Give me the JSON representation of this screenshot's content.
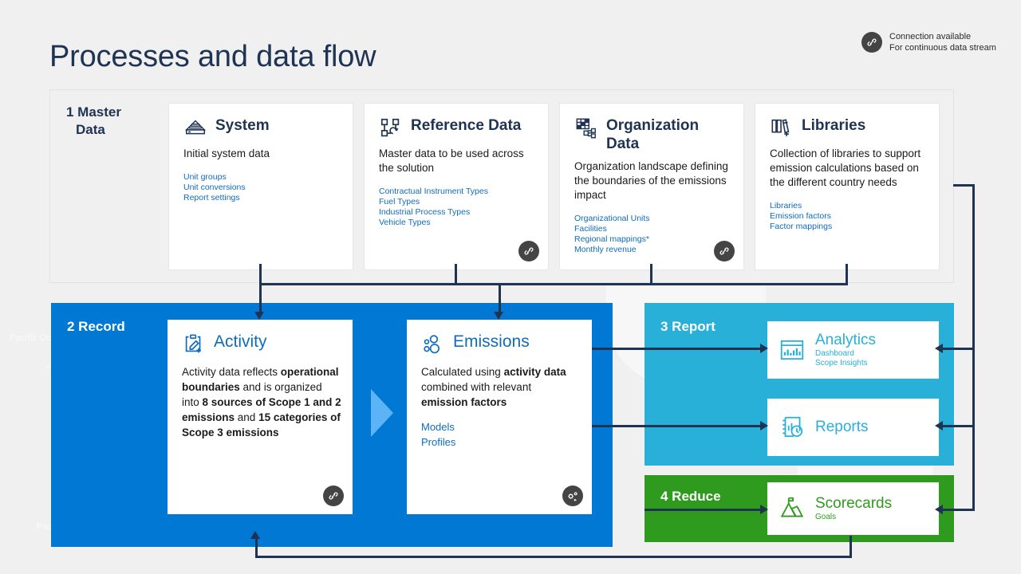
{
  "page": {
    "title": "Processes and data flow",
    "title_color": "#1f3352",
    "background": "#f0f0f0",
    "watermark_labels": [
      "Pacific Ocean",
      "Pacific Ocean"
    ]
  },
  "legend": {
    "icon": "chain-link-icon",
    "line1": "Connection available",
    "line2": "For continuous data stream"
  },
  "sections": {
    "master": {
      "label_line1": "1 Master",
      "label_line2": "Data",
      "color": "#f0f0f0",
      "cards": [
        {
          "id": "system",
          "icon": "server-stack-icon",
          "title": "System",
          "desc": "Initial system data",
          "links": [
            "Unit groups",
            "Unit conversions",
            "Report settings"
          ],
          "badge": null
        },
        {
          "id": "reference",
          "icon": "reference-nodes-icon",
          "title": "Reference Data",
          "desc": "Master data to be used across the solution",
          "links": [
            "Contractual Instrument Types",
            "Fuel Types",
            "Industrial Process Types",
            "Vehicle Types"
          ],
          "badge": "chain-link-icon"
        },
        {
          "id": "organization",
          "icon": "org-grid-icon",
          "title": "Organization Data",
          "desc": "Organization landscape defining the boundaries of the emissions impact",
          "links": [
            "Organizational Units",
            "Facilities",
            "Regional mappings*",
            "Monthly revenue"
          ],
          "badge": "chain-link-icon"
        },
        {
          "id": "libraries",
          "icon": "books-plus-icon",
          "title": "Libraries",
          "desc": "Collection of libraries to support emission calculations based on the different country needs",
          "links": [
            "Libraries",
            "Emission factors",
            "Factor mappings"
          ],
          "badge": null
        }
      ]
    },
    "record": {
      "label": "2 Record",
      "color": "#0078d4",
      "activity": {
        "icon": "clipboard-edit-icon",
        "title": "Activity",
        "badge": "chain-link-icon",
        "body": [
          {
            "text": "Activity data reflects ",
            "bold": false
          },
          {
            "text": "operational boundaries",
            "bold": true
          },
          {
            "text": " and is organized into ",
            "bold": false
          },
          {
            "text": "8 sources of Scope 1 and 2 emissions",
            "bold": true
          },
          {
            "text": " and ",
            "bold": false
          },
          {
            "text": "15 categories of Scope 3 emissions",
            "bold": true
          }
        ]
      },
      "emissions": {
        "icon": "bubbles-icon",
        "title": "Emissions",
        "badge": "gear-flow-icon",
        "body": [
          {
            "text": "Calculated using ",
            "bold": false
          },
          {
            "text": "activity data",
            "bold": true
          },
          {
            "text": " combined with relevant ",
            "bold": false
          },
          {
            "text": "emission factors",
            "bold": true
          }
        ],
        "links": [
          "Models",
          "Profiles"
        ]
      }
    },
    "report": {
      "label": "3 Report",
      "color": "#28b0d9",
      "cards": [
        {
          "id": "analytics",
          "icon": "bar-chart-panel-icon",
          "title": "Analytics",
          "sublines": [
            "Dashboard",
            "Scope Insights"
          ]
        },
        {
          "id": "reports",
          "icon": "report-clock-icon",
          "title": "Reports",
          "sublines": []
        }
      ]
    },
    "reduce": {
      "label": "4 Reduce",
      "color": "#2e9b1f",
      "cards": [
        {
          "id": "scorecards",
          "icon": "mountain-flag-icon",
          "title": "Scorecards",
          "sublines": [
            "Goals"
          ]
        }
      ]
    }
  },
  "connector_color": "#1f3352"
}
